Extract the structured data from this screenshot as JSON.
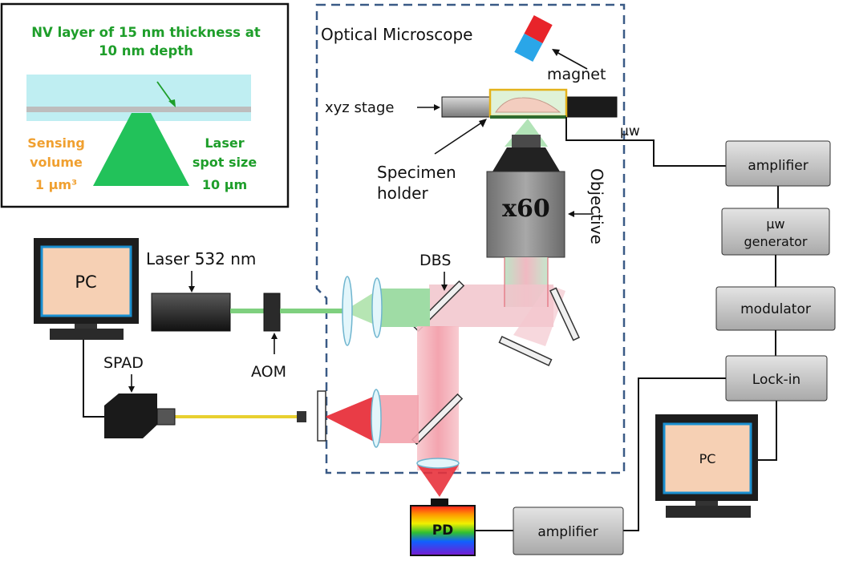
{
  "inset": {
    "title_line1": "NV layer of 15 nm thickness at",
    "title_line2": "10 nm depth",
    "sensing_line1": "Sensing",
    "sensing_line2": "volume",
    "sensing_line3": "1 μm³",
    "laser_line1": "Laser",
    "laser_line2": "spot size",
    "laser_line3": "10 μm"
  },
  "microscope": {
    "title": "Optical Microscope",
    "magnet": "magnet",
    "stage": "xyz stage",
    "holder_line1": "Specimen",
    "holder_line2": "holder",
    "objective_mag": "x60",
    "objective": "Objective",
    "dbs": "DBS"
  },
  "left": {
    "pc": "PC",
    "laser": "Laser 532 nm",
    "aom": "AOM",
    "spad": "SPAD"
  },
  "right": {
    "uw": "μw",
    "amplifier_top": "amplifier",
    "generator_line1": "μw",
    "generator_line2": "generator",
    "modulator": "modulator",
    "lockin": "Lock-in",
    "pc": "PC",
    "pd": "PD",
    "amplifier_bottom": "amplifier"
  },
  "colors": {
    "green_beam": "#7fd07f",
    "red_beam": "#e8323c",
    "dashed_frame": "#3a5a86",
    "inset_green": "#1e9e2a",
    "inset_orange": "#f0a030",
    "pc_screen": "#f6d0b4",
    "pc_frame": "#1a8fd0"
  }
}
